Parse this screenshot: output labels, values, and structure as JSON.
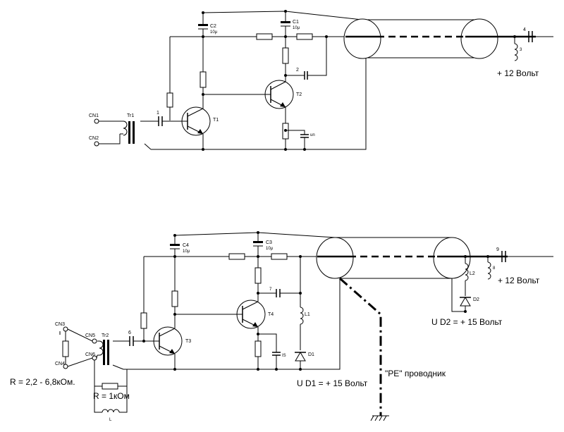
{
  "top": {
    "tr1": "Tr1",
    "cn1": "CN1",
    "cn2": "CN2",
    "c_in": "1",
    "t1": "T1",
    "t2": "T2",
    "c2": "C2",
    "c2_val": "10μ",
    "c1": "C1",
    "c1_val": "10μ",
    "c_2": "2",
    "c_emitter": "un",
    "node_4": "4",
    "node_3": "3",
    "supply": "+ 12 Вольт"
  },
  "bottom": {
    "tr2": "Tr2",
    "cn3": "CN3",
    "cn4": "CN4",
    "cn5": "CN5",
    "cn6": "CN6",
    "c_in": "6",
    "t3": "T3",
    "t4": "T4",
    "c4": "C4",
    "c4_val": "10μ",
    "c3": "C3",
    "c3_val": "10μ",
    "node_7": "7",
    "l1": "L1",
    "d1": "D1",
    "c_emitter": "IS",
    "node_9": "9",
    "node_8": "8",
    "l2": "L2",
    "d2": "D2",
    "supply": "+ 12 Вольт",
    "ud2": "U D2  = + 15 Вольт",
    "ud1": "U D1  = + 15 Вольт",
    "pe": "\"PE\" проводник",
    "r_range": "R = 2,2 - 6,8кОм.",
    "r_fixed": "R = 1кОм",
    "coil_label": "L"
  }
}
